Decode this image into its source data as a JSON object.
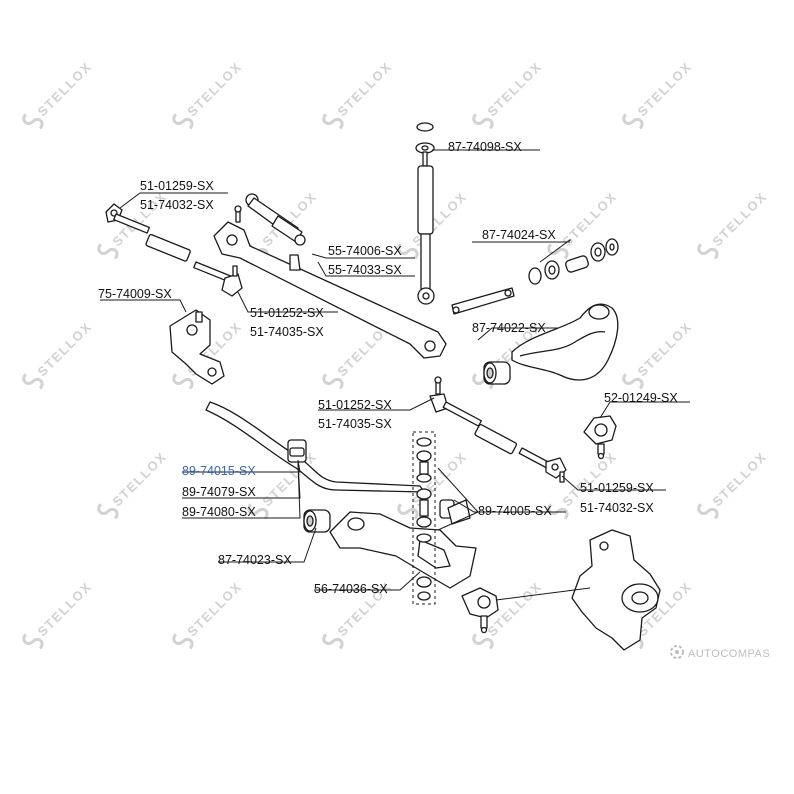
{
  "watermark": {
    "text": "STELLOX"
  },
  "brand": {
    "text": "AUTOCOMPAS"
  },
  "labels": [
    {
      "id": "l1",
      "text": "87-74098-SX"
    },
    {
      "id": "l2",
      "text": "51-01259-SX"
    },
    {
      "id": "l3",
      "text": "51-74032-SX"
    },
    {
      "id": "l4",
      "text": "87-74024-SX"
    },
    {
      "id": "l5",
      "text": "55-74006-SX"
    },
    {
      "id": "l6",
      "text": "55-74033-SX"
    },
    {
      "id": "l7",
      "text": "75-74009-SX"
    },
    {
      "id": "l8",
      "text": "51-01252-SX"
    },
    {
      "id": "l9",
      "text": "51-74035-SX"
    },
    {
      "id": "l10",
      "text": "87-74022-SX"
    },
    {
      "id": "l11",
      "text": "52-01249-SX"
    },
    {
      "id": "l12",
      "text": "51-01252-SX"
    },
    {
      "id": "l13",
      "text": "51-74035-SX"
    },
    {
      "id": "l14",
      "text": "89-74015-SX",
      "highlight": true
    },
    {
      "id": "l15",
      "text": "89-74079-SX"
    },
    {
      "id": "l16",
      "text": "89-74080-SX"
    },
    {
      "id": "l17",
      "text": "51-01259-SX"
    },
    {
      "id": "l18",
      "text": "51-74032-SX"
    },
    {
      "id": "l19",
      "text": "89-74005-SX"
    },
    {
      "id": "l20",
      "text": "87-74023-SX"
    },
    {
      "id": "l21",
      "text": "56-74036-SX"
    }
  ],
  "colors": {
    "highlight": "#3b67b4",
    "watermark": "#d2d2d2",
    "line": "#1a1a1a"
  }
}
